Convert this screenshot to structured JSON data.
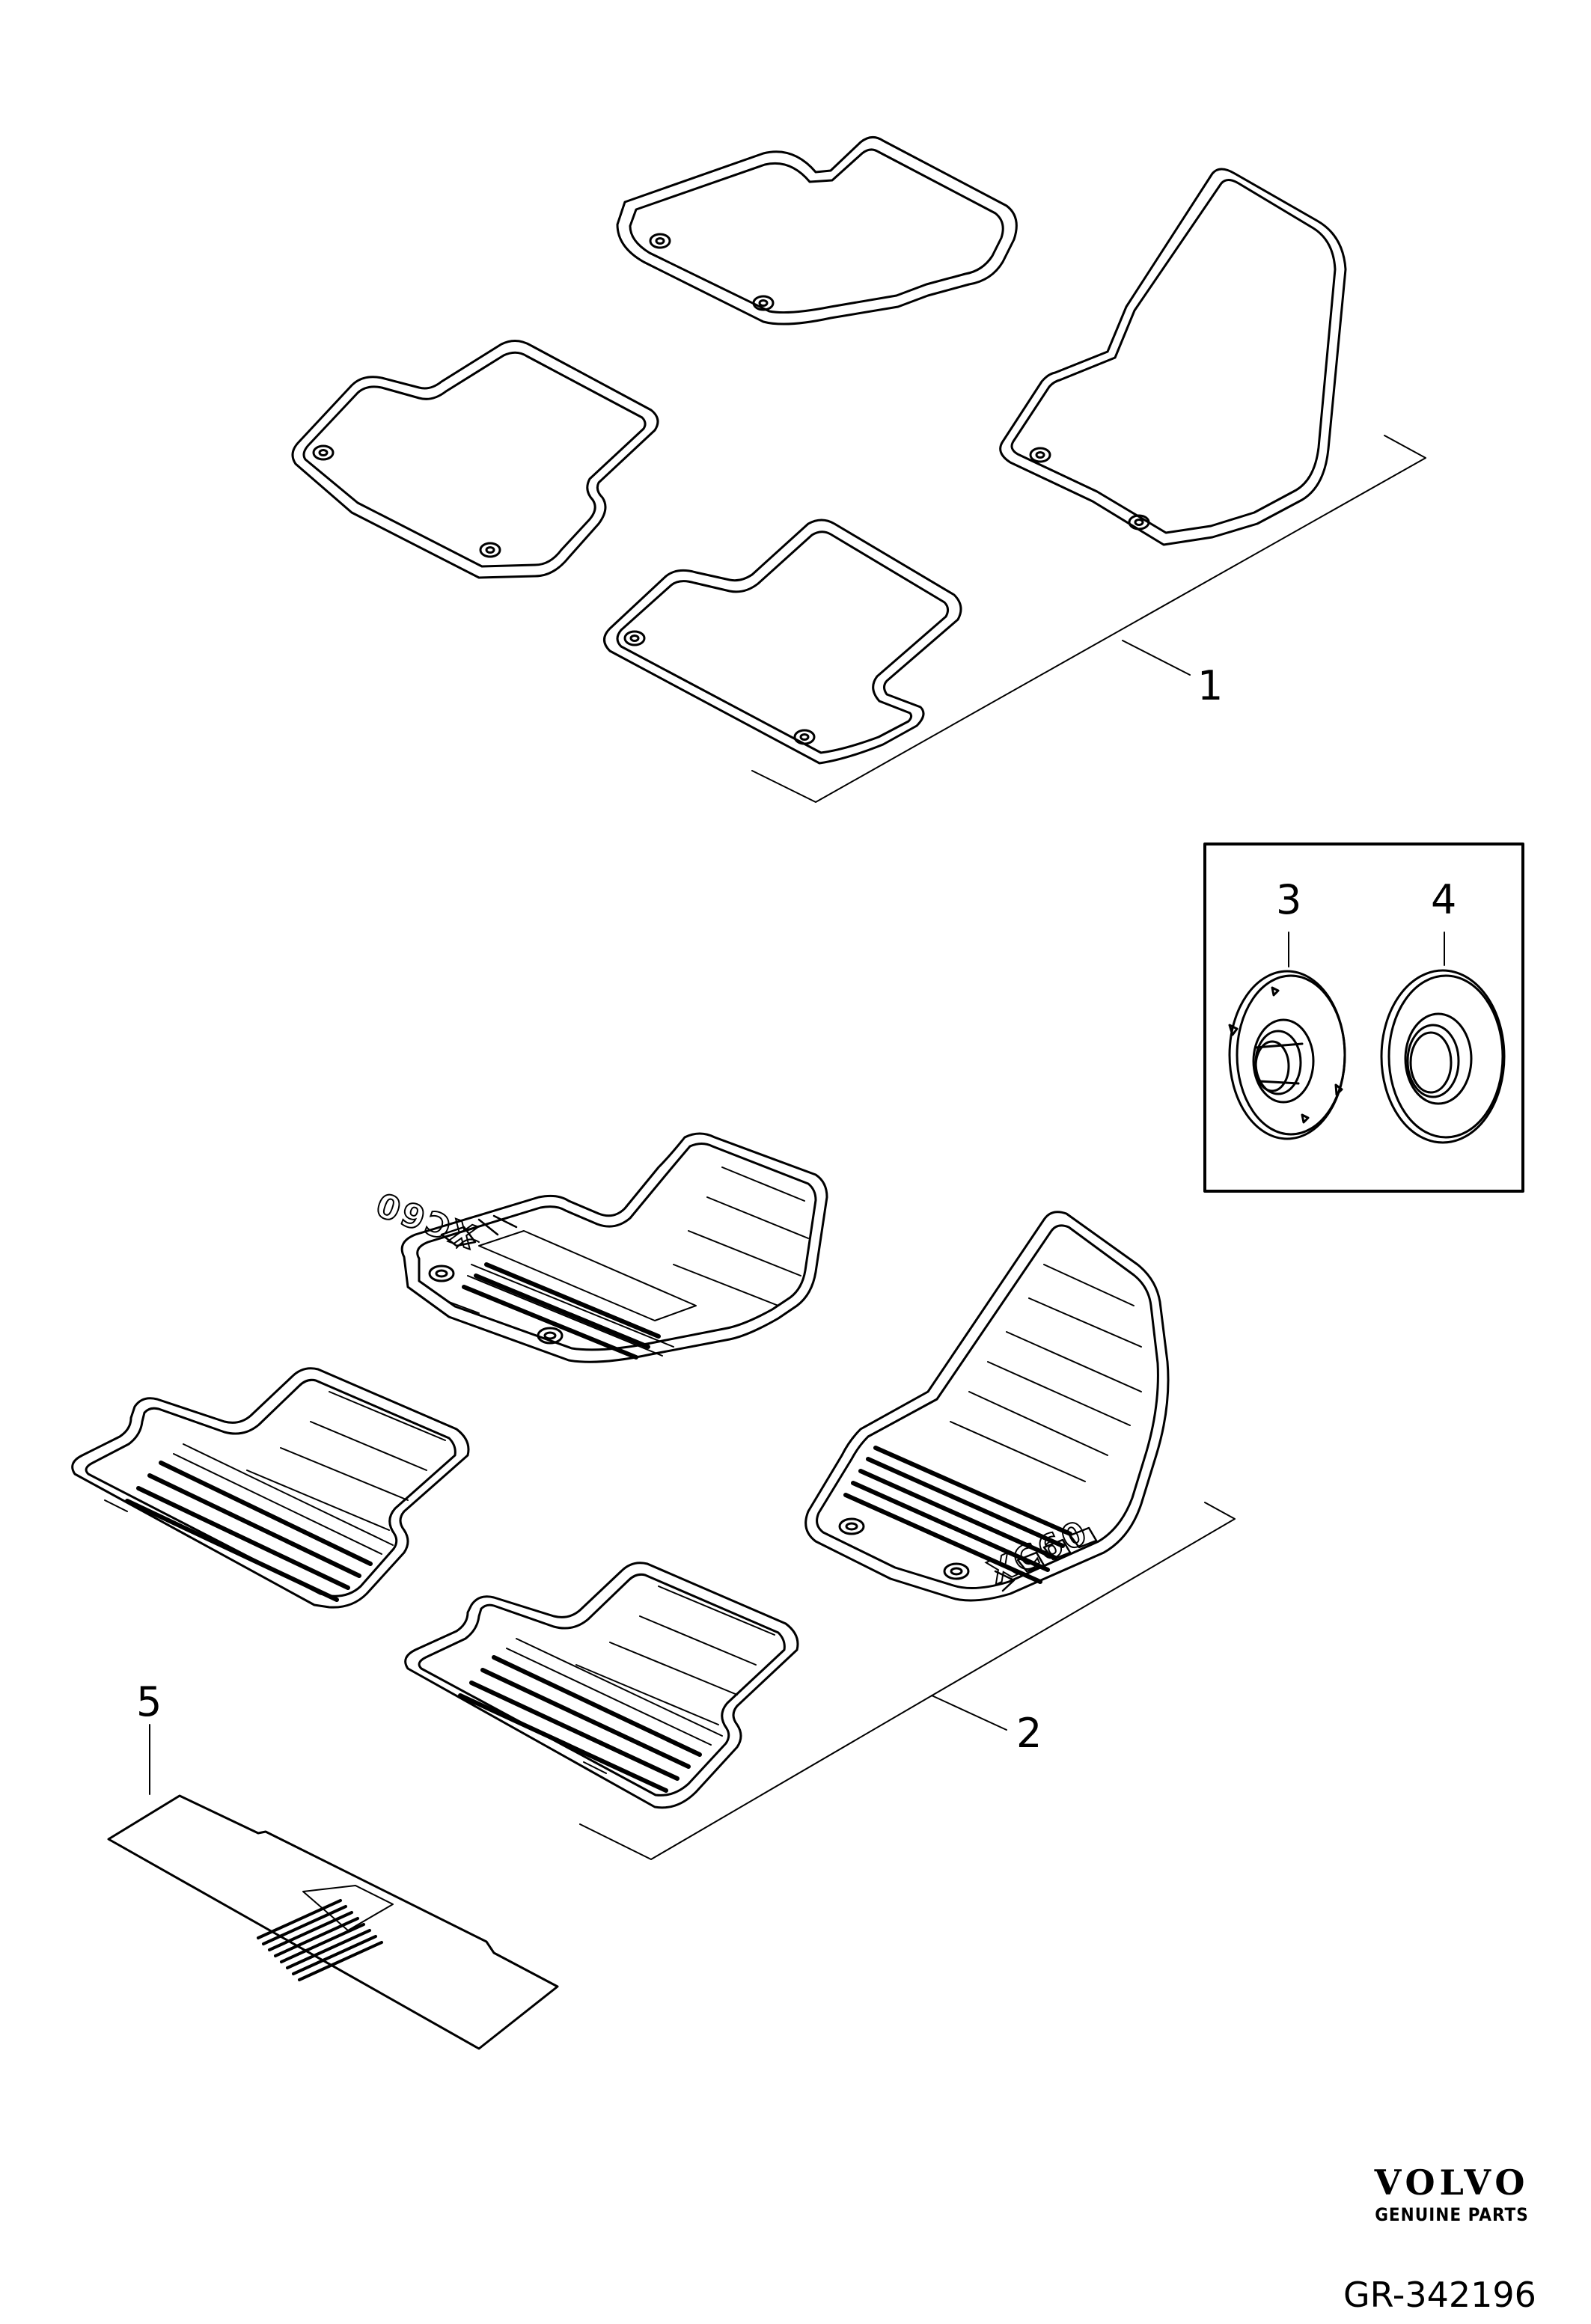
{
  "callouts": {
    "c1": "1",
    "c2": "2",
    "c3": "3",
    "c4": "4",
    "c5": "5"
  },
  "logo": {
    "brand": "VOLVO",
    "tagline": "GENUINE PARTS"
  },
  "reference": "GR-342196",
  "mat_imprint": "XC60"
}
